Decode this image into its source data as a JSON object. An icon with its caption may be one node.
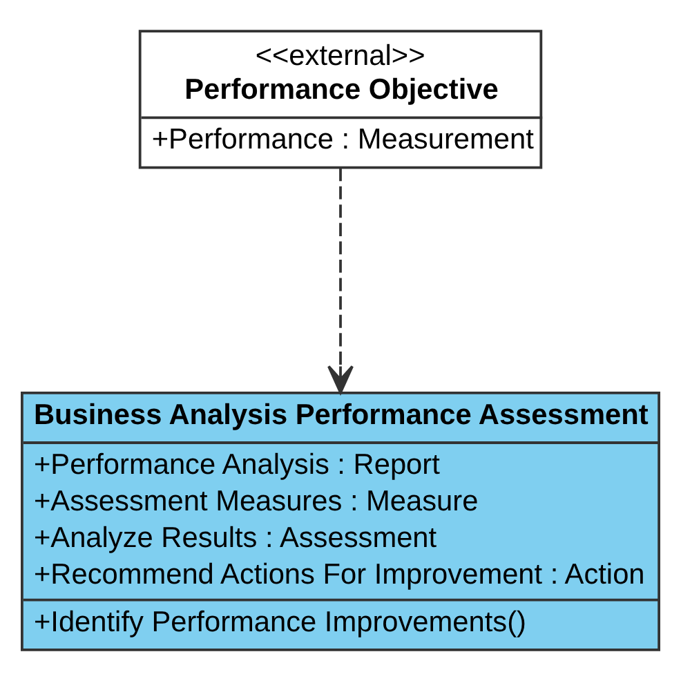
{
  "diagram": {
    "nodes": [
      {
        "text": [
          "<<external>>",
          "Performance Objective",
          "+Performance : Measurement"
        ]
      },
      {
        "text": [
          "Business Analysis Performance Assessment",
          "+Performance Analysis : Report",
          "+Assessment Measures : Measure",
          "+Analyze Results : Assessment",
          "+Recommend Actions For Improvement : Action",
          "+Identify Performance Improvements()"
        ]
      }
    ],
    "edges": [
      {
        "from": 0,
        "to": 1,
        "arrow": "to",
        "style": "dashed"
      }
    ]
  }
}
